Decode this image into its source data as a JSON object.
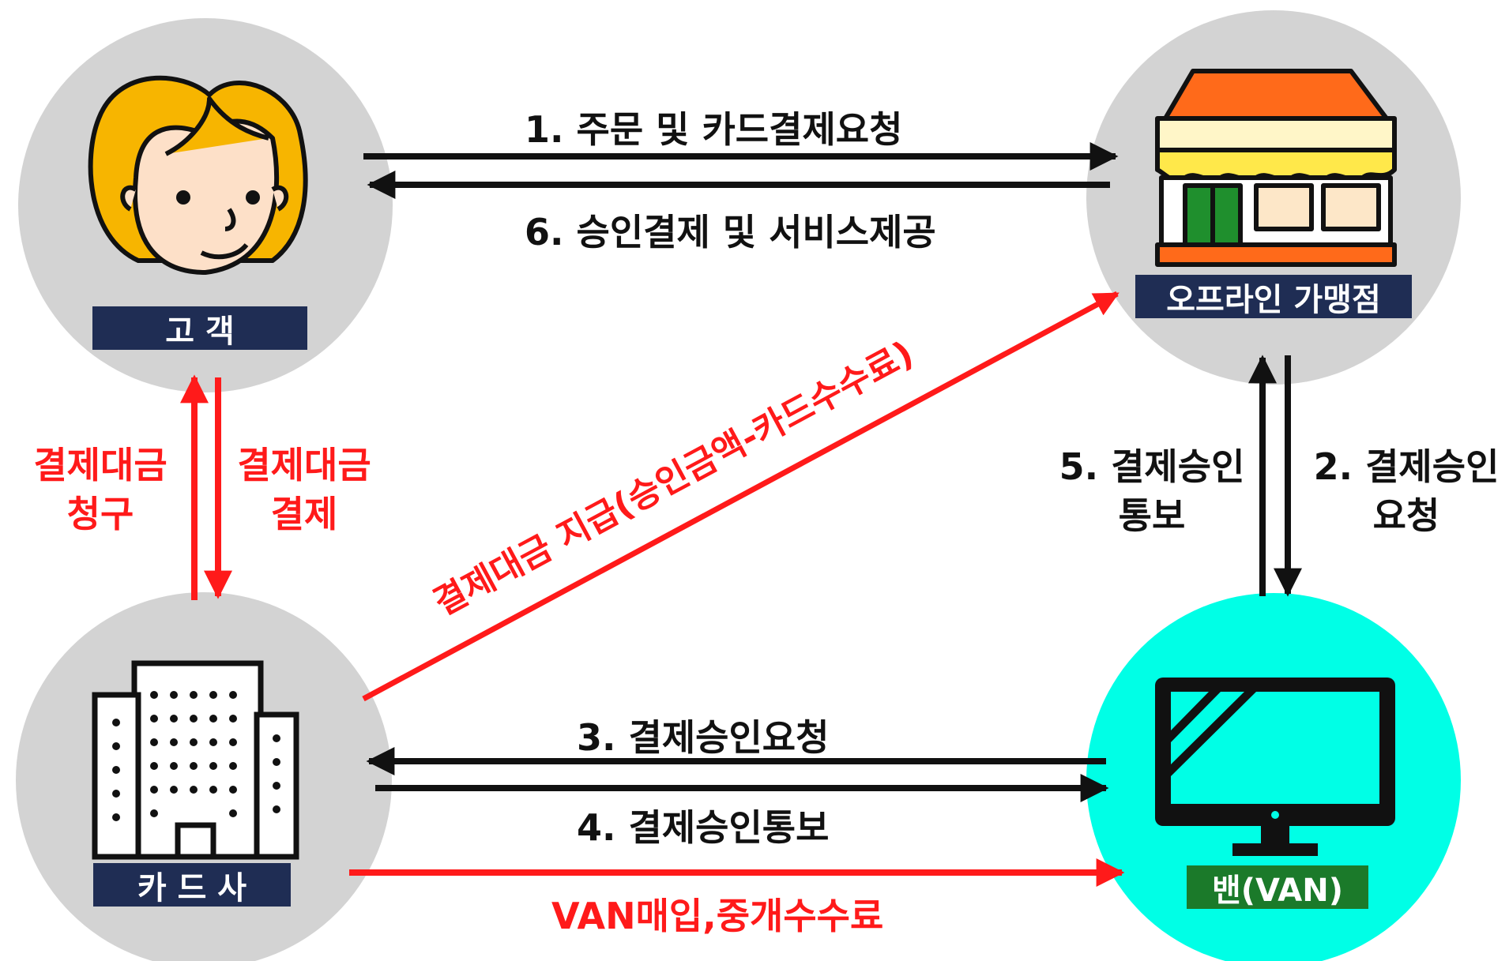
{
  "nodes": {
    "customer": {
      "label": "고 객"
    },
    "merchant": {
      "label": "오프라인 가맹점"
    },
    "card_company": {
      "label": "카 드 사"
    },
    "van": {
      "label": "밴(VAN)"
    }
  },
  "flows": {
    "step1": "1. 주문 및 카드결제요청",
    "step6": "6. 승인결제 및 서비스제공",
    "step3": "3. 결제승인요청",
    "step4": "4. 결제승인통보",
    "step5_line1": "5. 결제승인",
    "step5_line2": "통보",
    "step2_line1": "2. 결제승인",
    "step2_line2": "요청",
    "bill_line1": "결제대금",
    "bill_line2": "청구",
    "pay_line1": "결제대금",
    "pay_line2": "결제",
    "settlement": "결제대금 지급(승인금액-카드수수료)",
    "van_fee": "VAN매입,중개수수료"
  },
  "colors": {
    "circle_gray": "#d3d3d3",
    "circle_cyan": "#00ffe6",
    "label_navy": "#1f2d54",
    "label_green": "#1b7a2a",
    "arrow_black": "#111111",
    "arrow_red": "#ff1a1a"
  },
  "icons": [
    "customer-face-icon",
    "storefront-icon",
    "office-building-icon",
    "monitor-icon"
  ]
}
